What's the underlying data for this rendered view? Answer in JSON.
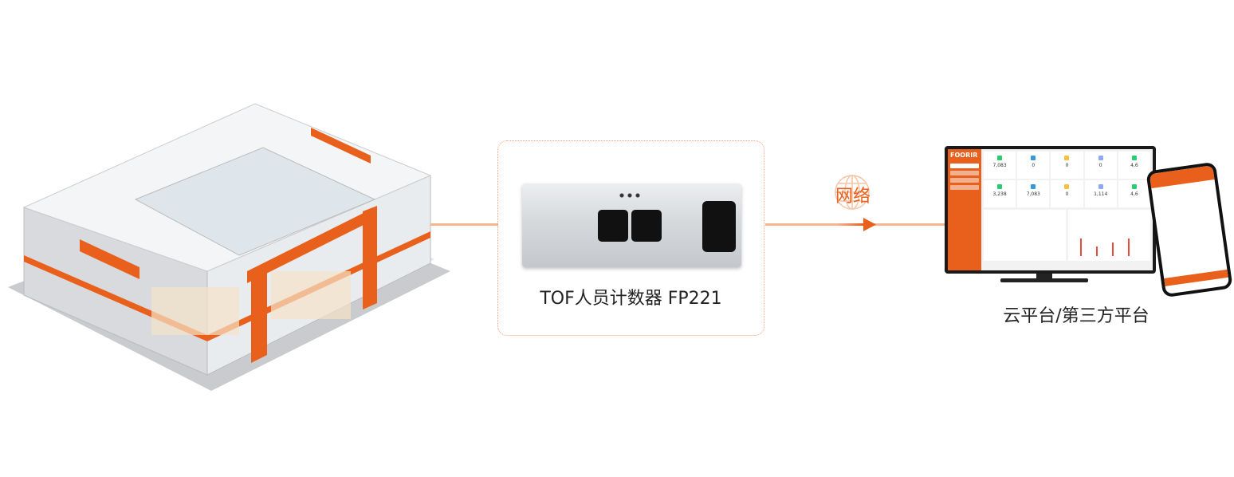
{
  "device": {
    "label": "TOF人员计数器 FP221"
  },
  "network": {
    "label": "网络"
  },
  "platform": {
    "label": "云平台/第三方平台",
    "logo": "FOORIR",
    "stats": [
      "7,083",
      "0",
      "0",
      "0",
      "4,6",
      "3,238",
      "7,083",
      "0",
      "1,114",
      "4,6"
    ]
  },
  "colors": {
    "accent": "#e8601c",
    "line": "#f6b690"
  }
}
